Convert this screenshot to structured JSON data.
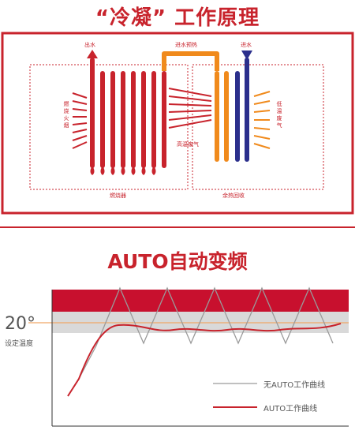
{
  "top": {
    "title": "“冷凝” 工作原理",
    "labels": {
      "outlet_water": "出水",
      "inlet_preheat": "进水预热",
      "inlet_water": "进水",
      "burner_flue": "燃烧火烟",
      "low_temp_flue": "低温废气",
      "high_temp_flue": "高温废气",
      "burner": "燃烧器",
      "heat_recovery": "余热回收"
    }
  },
  "bottom": {
    "title": "AUTO自动变频",
    "set_value": "20°",
    "set_label": "设定温度",
    "legend": [
      {
        "label": "无AUTO工作曲线",
        "color": "#9a9a9a"
      },
      {
        "label": "AUTO工作曲线",
        "color": "#c8232c"
      }
    ]
  },
  "colors": {
    "brand_red": "#c8232c",
    "orange": "#f08a1c",
    "navy": "#2b2f8c",
    "band_red": "#c8102e",
    "band_grey": "#d9d9d9"
  }
}
